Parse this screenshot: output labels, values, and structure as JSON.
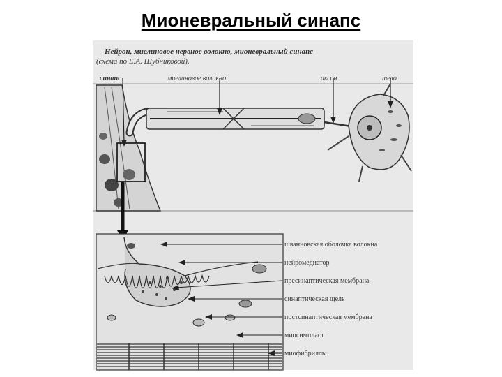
{
  "page": {
    "title": "Мионевральный синапс"
  },
  "figure": {
    "caption_line1": "Нейрон, миелиновое нервное волокно, мионевральный синапс",
    "caption_line2": "(схема по Е.А. Шубниковой).",
    "top_labels": {
      "synapse": "синапс",
      "myelin_fiber": "миелиновое волокно",
      "axon": "аксон",
      "body": "тело"
    },
    "side_labels": [
      "шванновская оболочка волокна",
      "нейромедиатор",
      "пресинаптическая мембрана",
      "синаптическая щель",
      "постсинаптическая мембрана",
      "миосимпласт",
      "миофибриллы"
    ],
    "colors": {
      "paper": "#e8e8e8",
      "ink": "#2a2a2a",
      "title": "#000000"
    }
  }
}
